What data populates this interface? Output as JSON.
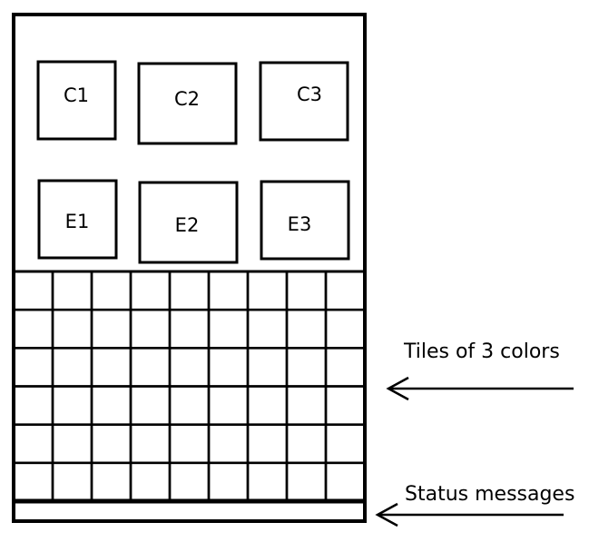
{
  "boxes": {
    "c1": "C1",
    "c2": "C2",
    "c3": "C3",
    "e1": "E1",
    "e2": "E2",
    "e3": "E3"
  },
  "grid": {
    "rows": 6,
    "cols": 9
  },
  "annotations": {
    "tiles": "Tiles of 3 colors",
    "status": "Status messages"
  },
  "colors": {
    "stroke": "#000000",
    "background": "#ffffff"
  }
}
